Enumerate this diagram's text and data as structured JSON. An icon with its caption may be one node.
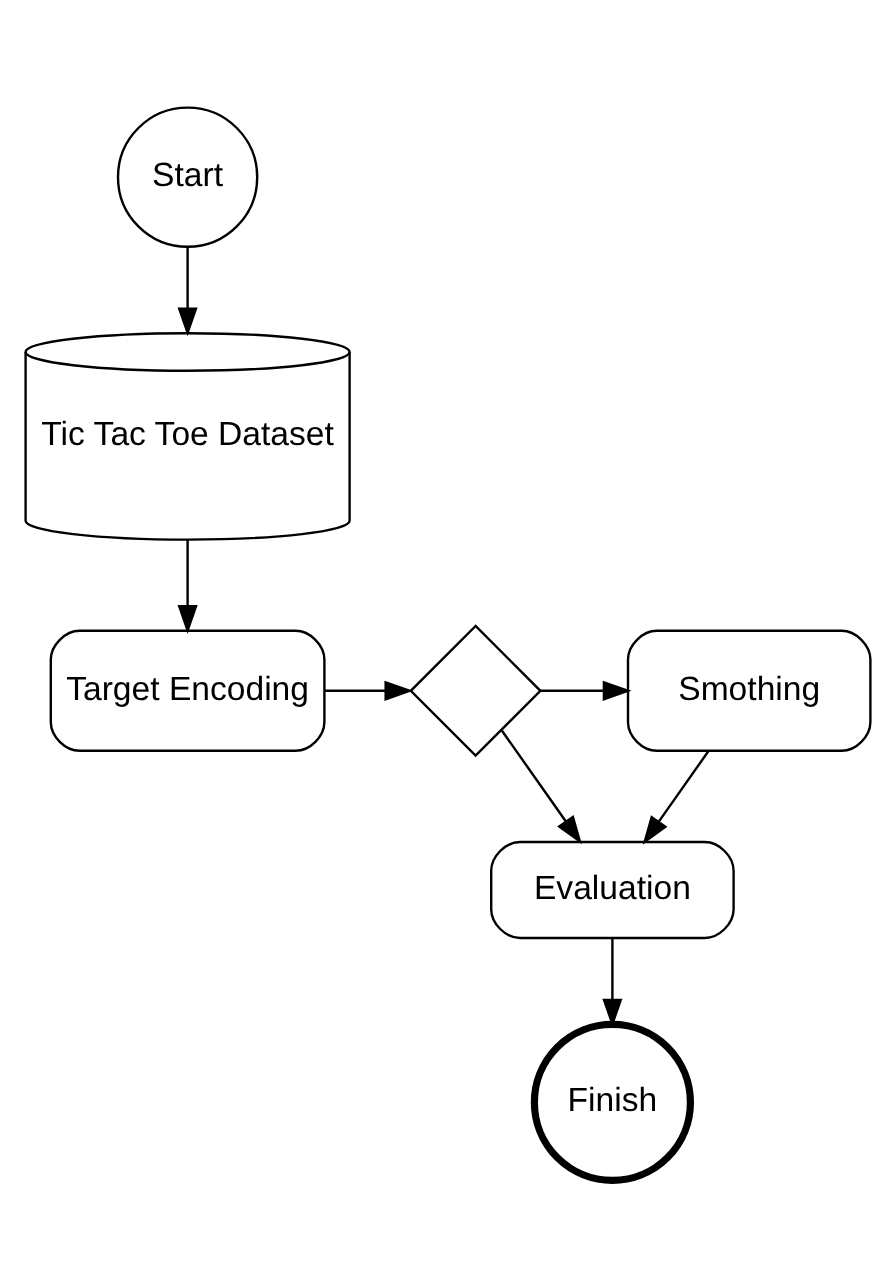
{
  "diagram": {
    "nodes": [
      {
        "text": [
          "Start"
        ]
      },
      {
        "text": [
          "Tic Tac Toe Dataset"
        ]
      },
      {
        "text": [
          "Target Encoding"
        ]
      },
      {
        "text": [],
        "shape": "diamond"
      },
      {
        "text": [
          "Smothing"
        ]
      },
      {
        "text": [
          "Evaluation"
        ]
      },
      {
        "text": [
          "Finish"
        ]
      }
    ],
    "edges": [
      {
        "from": 0,
        "to": 1,
        "arrow": "to"
      },
      {
        "from": 1,
        "to": 2,
        "arrow": "to"
      },
      {
        "from": 2,
        "to": 3,
        "arrow": "to"
      },
      {
        "from": 3,
        "to": 4,
        "arrow": "to"
      },
      {
        "from": 3,
        "to": 5,
        "arrow": "to"
      },
      {
        "from": 4,
        "to": 5,
        "arrow": "to"
      },
      {
        "from": 5,
        "to": 6,
        "arrow": "to"
      }
    ]
  }
}
